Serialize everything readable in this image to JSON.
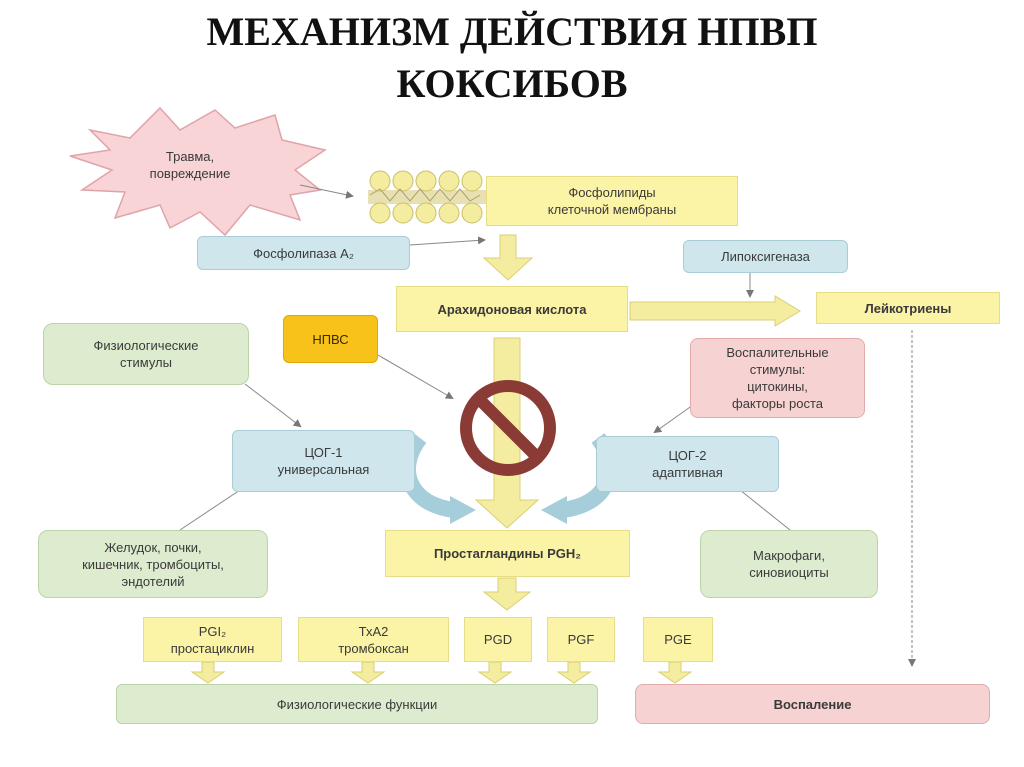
{
  "title": {
    "line1": "МЕХАНИЗМ ДЕЙСТВИЯ НПВП",
    "line2": "КОКСИБОВ"
  },
  "nodes": {
    "trauma": "Травма,\nповреждение",
    "phospholipids": "Фосфолипиды\nклеточной мембраны",
    "phospholipase": "Фосфолипаза А₂",
    "lipoxygenase": "Липоксигеназа",
    "arachidonic": "Арахидоновая кислота",
    "leukotrienes": "Лейкотриены",
    "physio_stimuli": "Физиологические\nстимулы",
    "nsaid": "НПВС",
    "inflam_stimuli": "Воспалительные\nстимулы:\nцитокины,\nфакторы роста",
    "cox1": "ЦОГ-1\nуниверсальная",
    "cox2": "ЦОГ-2\nадаптивная",
    "organs": "Желудок, почки,\nкишечник, тромбоциты,\nэндотелий",
    "prostaglandins": "Простагландины PGH₂",
    "macrophages": "Макрофаги,\nсиновиоциты",
    "pgi2": "PGI₂\nпростациклин",
    "txa2": "ТхА2\nтромбоксан",
    "pgd": "PGD",
    "pgf": "PGF",
    "pge": "PGE",
    "physio_functions": "Физиологические функции",
    "inflammation": "Воспаление"
  },
  "colors": {
    "yellow": "#fbf3a6",
    "blue": "#cfe6ec",
    "green": "#ddeccf",
    "pink": "#f6d2d2",
    "orange": "#f7c21a",
    "prohibit": "#8b3b36",
    "star": "#f8d4d6"
  }
}
